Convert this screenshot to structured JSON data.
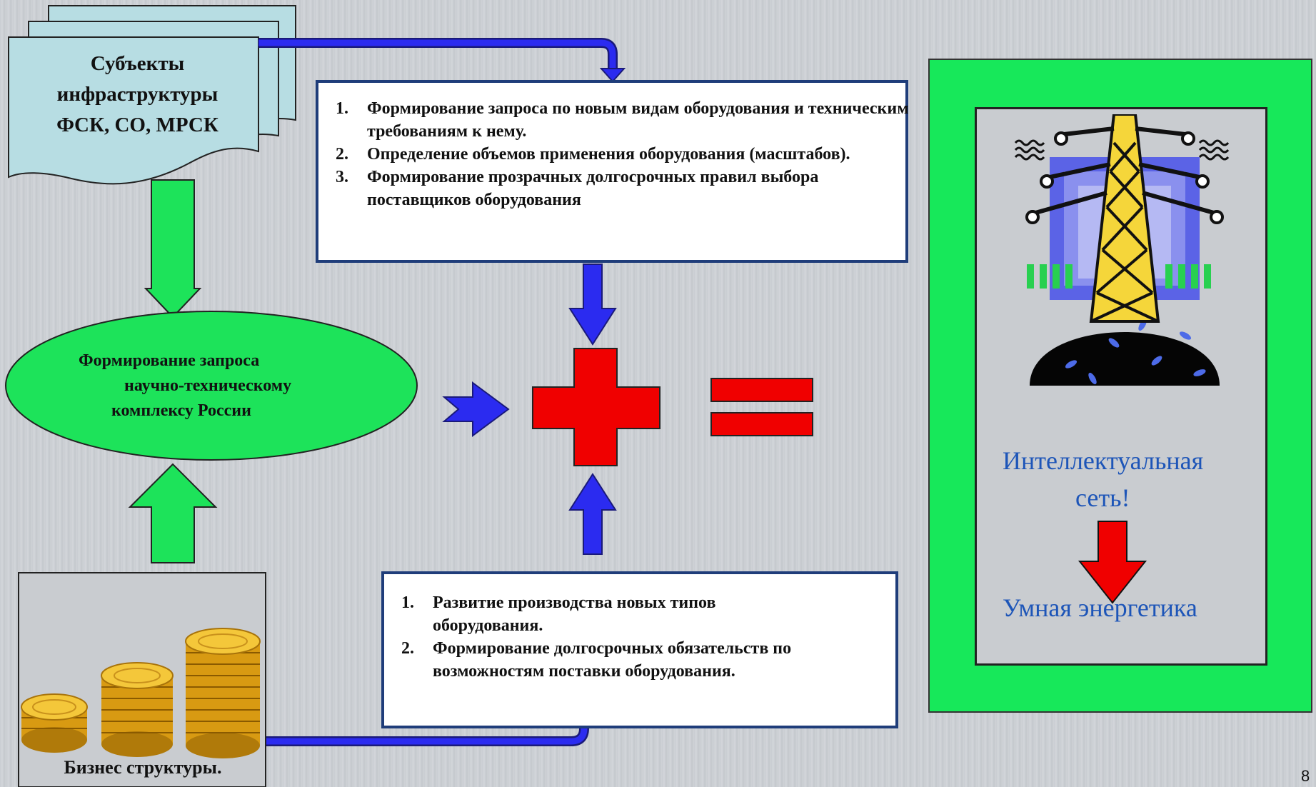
{
  "infrastructure": {
    "lines": [
      "Субъекты",
      "инфраструктуры",
      "ФСК, СО, МРСК"
    ]
  },
  "top_box": {
    "items": [
      {
        "num": "1.",
        "text": "Формирование запроса по новым видам оборудования и техническим требованиям к нему."
      },
      {
        "num": "2.",
        "text": "Определение объемов применения оборудования (масштабов)."
      },
      {
        "num": "3.",
        "text": " Формирование прозрачных долгосрочных правил выбора поставщиков оборудования"
      }
    ]
  },
  "ellipse": {
    "lines": [
      "Формирование запроса",
      "научно-техническому",
      "комплексу России"
    ],
    "color": "#1de35a"
  },
  "bottom_box": {
    "items": [
      {
        "num": "1.",
        "text": "Развитие производства новых типов оборудования."
      },
      {
        "num": "2.",
        "text": "Формирование долгосрочных обязательств по возможностям поставки оборудования."
      }
    ]
  },
  "business_label": "Бизнес структуры.",
  "result": {
    "line1": "Интеллектуальная",
    "line2": "сеть!",
    "line3": "Умная энергетика"
  },
  "page_number": "8",
  "colors": {
    "green_arrow": "#1de35a",
    "blue_arrow": "#2b2bf0",
    "red_sign": "#f00000",
    "frame_green": "#17e85a",
    "text_blue": "#1d55b8"
  },
  "icons": [
    "document-stack-icon",
    "coins-icon",
    "power-tower-icon",
    "plus-sign-icon",
    "equals-sign-icon"
  ]
}
